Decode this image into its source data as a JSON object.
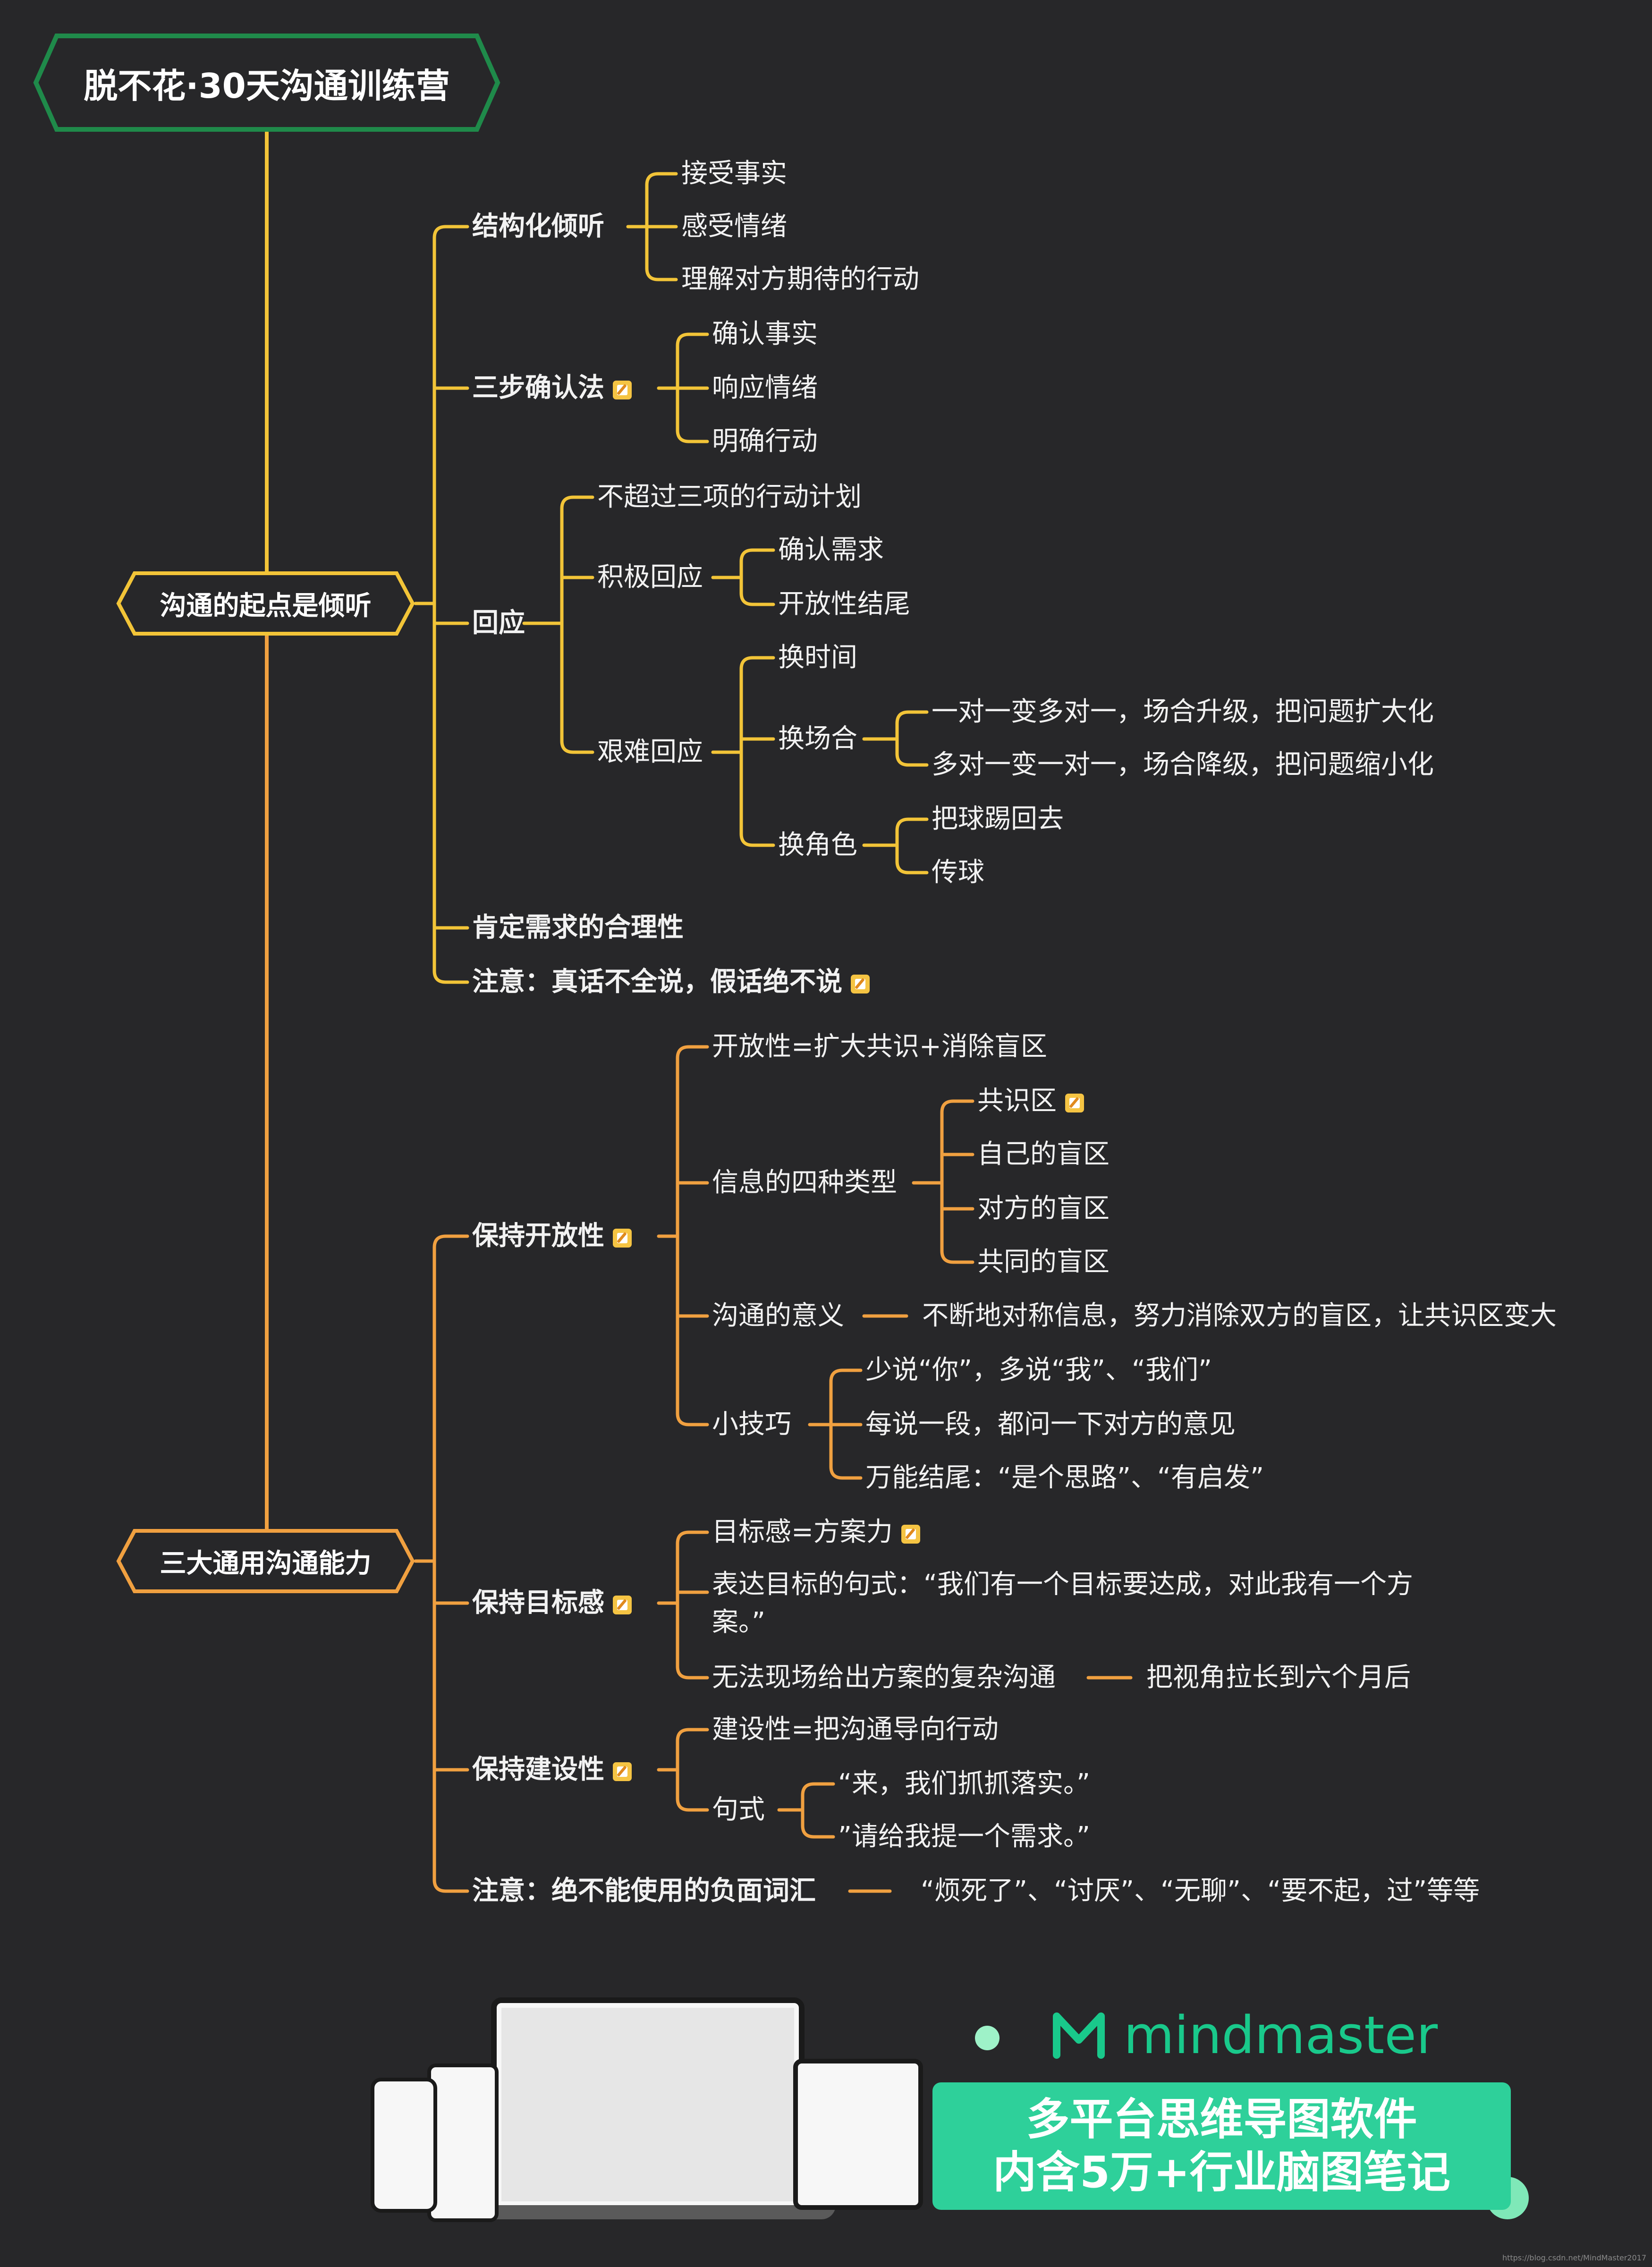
{
  "colors": {
    "background": "#272729",
    "root_border": "#1f8a4a",
    "branch_yellow": "#f2c438",
    "branch_orange": "#f0a040",
    "text": "#f2f2f2",
    "note_icon": "#f5c443",
    "brand_green": "#19c98b"
  },
  "root": {
    "label": "脱不花·30天沟通训练营"
  },
  "branches": [
    {
      "label": "沟通的起点是倾听"
    },
    {
      "label": "三大通用沟通能力"
    }
  ],
  "nodes": {
    "n1": "结构化倾听",
    "n1a": "接受事实",
    "n1b": "感受情绪",
    "n1c": "理解对方期待的行动",
    "n2": "三步确认法",
    "n2a": "确认事实",
    "n2b": "响应情绪",
    "n2c": "明确行动",
    "n3": "回应",
    "n3a": "不超过三项的行动计划",
    "n3b": "积极回应",
    "n3b1": "确认需求",
    "n3b2": "开放性结尾",
    "n3c": "艰难回应",
    "n3c1": "换时间",
    "n3c2": "换场合",
    "n3c2a": "一对一变多对一，场合升级，把问题扩大化",
    "n3c2b": "多对一变一对一，场合降级，把问题缩小化",
    "n3c3": "换角色",
    "n3c3a": "把球踢回去",
    "n3c3b": "传球",
    "n4": "肯定需求的合理性",
    "n5": "注意：真话不全说，假话绝不说",
    "m1": "保持开放性",
    "m1a": "开放性=扩大共识+消除盲区",
    "m1b": "信息的四种类型",
    "m1b1": "共识区",
    "m1b2": "自己的盲区",
    "m1b3": "对方的盲区",
    "m1b4": "共同的盲区",
    "m1c": "沟通的意义",
    "m1c1": "不断地对称信息，努力消除双方的盲区，让共识区变大",
    "m1d": "小技巧",
    "m1d1": "少说“你”，多说“我”、“我们”",
    "m1d2": "每说一段，都问一下对方的意见",
    "m1d3": "万能结尾：“是个思路”、“有启发”",
    "m2": "保持目标感",
    "m2a": "目标感=方案力",
    "m2b": "表达目标的句式：“我们有一个目标要达成，对此我有一个方案。”",
    "m2c": "无法现场给出方案的复杂沟通",
    "m2c1": "把视角拉长到六个月后",
    "m3": "保持建设性",
    "m3a": "建设性=把沟通导向行动",
    "m3b": "句式",
    "m3b1": "“来，我们抓抓落实。”",
    "m3b2": "”请给我提一个需求。”",
    "m4": "注意：绝不能使用的负面词汇",
    "m4a": "“烦死了”、“讨厌”、“无聊”、“要不起，过”等等"
  },
  "promo": {
    "brand": "mindmaster",
    "line1": "多平台思维导图软件",
    "line2": "内含5万+行业脑图笔记",
    "credit": "https://blog.csdn.net/MindMaster2017"
  }
}
